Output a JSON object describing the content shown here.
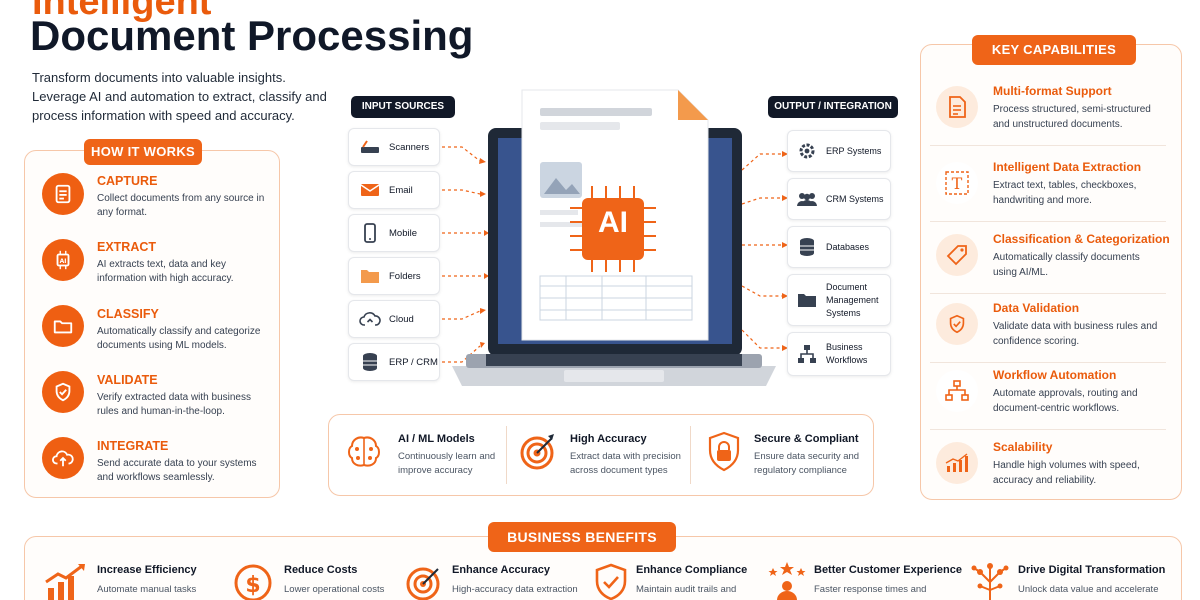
{
  "header": {
    "title_line1": "Intelligent",
    "title_line2": "Document Processing",
    "intro": "Transform documents into valuable insights. Leverage AI and automation to extract, classify and process information with speed and accuracy."
  },
  "how_it_works": {
    "label": "HOW IT WORKS",
    "steps": [
      {
        "title": "CAPTURE",
        "desc": "Collect documents from any source in any format.",
        "icon": "document-capture-icon"
      },
      {
        "title": "EXTRACT",
        "desc": "AI extracts text, data and key information with high accuracy.",
        "icon": "ai-chip-icon"
      },
      {
        "title": "CLASSIFY",
        "desc": "Automatically classify and categorize documents using ML models.",
        "icon": "folder-icon"
      },
      {
        "title": "VALIDATE",
        "desc": "Verify extracted data with business rules and human-in-the-loop.",
        "icon": "shield-check-icon"
      },
      {
        "title": "INTEGRATE",
        "desc": "Send accurate data to your systems and workflows seamlessly.",
        "icon": "cloud-upload-icon"
      }
    ]
  },
  "input_sources": {
    "label": "INPUT SOURCES",
    "items": [
      {
        "label": "Scanners",
        "icon": "scanner-icon"
      },
      {
        "label": "Email",
        "icon": "email-icon"
      },
      {
        "label": "Mobile",
        "icon": "mobile-icon"
      },
      {
        "label": "Folders",
        "icon": "folder-icon"
      },
      {
        "label": "Cloud",
        "icon": "cloud-icon"
      },
      {
        "label": "ERP / CRM",
        "icon": "database-icon"
      }
    ]
  },
  "output_integration": {
    "label": "OUTPUT / INTEGRATION",
    "items": [
      {
        "label": "ERP Systems",
        "icon": "gear-icon"
      },
      {
        "label": "CRM Systems",
        "icon": "users-icon"
      },
      {
        "label": "Databases",
        "icon": "database-icon"
      },
      {
        "label": "Document Management Systems",
        "icon": "folder-icon"
      },
      {
        "label": "Business Workflows",
        "icon": "workflow-icon"
      }
    ]
  },
  "center": {
    "ai_label": "AI"
  },
  "features": [
    {
      "title": "AI / ML Models",
      "desc": "Continuously learn and improve accuracy",
      "icon": "brain-icon"
    },
    {
      "title": "High Accuracy",
      "desc": "Extract data with precision across document types",
      "icon": "target-icon"
    },
    {
      "title": "Secure & Compliant",
      "desc": "Ensure data security and regulatory compliance",
      "icon": "lock-icon"
    }
  ],
  "key_capabilities": {
    "label": "KEY CAPABILITIES",
    "items": [
      {
        "title": "Multi-format Support",
        "desc": "Process structured, semi-structured and unstructured documents.",
        "icon": "document-icon"
      },
      {
        "title": "Intelligent Data Extraction",
        "desc": "Extract text, tables, checkboxes, handwriting and more.",
        "icon": "text-extract-icon"
      },
      {
        "title": "Classification & Categorization",
        "desc": "Automatically classify documents using AI/ML.",
        "icon": "tag-icon"
      },
      {
        "title": "Data Validation",
        "desc": "Validate data with business rules and confidence scoring.",
        "icon": "shield-check-icon"
      },
      {
        "title": "Workflow Automation",
        "desc": "Automate approvals, routing and document-centric workflows.",
        "icon": "workflow-icon"
      },
      {
        "title": "Scalability",
        "desc": "Handle high volumes with speed, accuracy and reliability.",
        "icon": "growth-chart-icon"
      }
    ]
  },
  "business_benefits": {
    "label": "BUSINESS BENEFITS",
    "items": [
      {
        "title": "Increase Efficiency",
        "desc": "Automate manual tasks",
        "icon": "growth-chart-icon"
      },
      {
        "title": "Reduce Costs",
        "desc": "Lower operational costs",
        "icon": "dollar-icon"
      },
      {
        "title": "Enhance Accuracy",
        "desc": "High-accuracy data extraction",
        "icon": "target-icon"
      },
      {
        "title": "Enhance Compliance",
        "desc": "Maintain audit trails and",
        "icon": "shield-check-icon"
      },
      {
        "title": "Better Customer Experience",
        "desc": "Faster response times and",
        "icon": "customer-star-icon"
      },
      {
        "title": "Drive Digital Transformation",
        "desc": "Unlock data value and accelerate",
        "icon": "network-icon"
      }
    ]
  },
  "colors": {
    "accent": "#ef6418",
    "dark": "#111827",
    "soft": "#fdebdd"
  }
}
